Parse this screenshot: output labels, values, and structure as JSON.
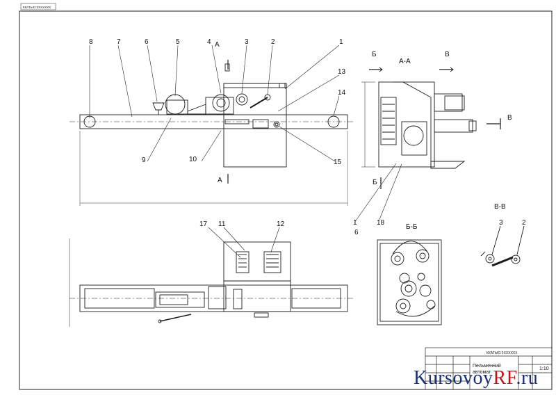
{
  "stamp_top_left": "ККАТЬЮ.ЗХХХХХХ",
  "callouts_main": [
    "8",
    "7",
    "6",
    "5",
    "4",
    "3",
    "2",
    "1",
    "13",
    "14",
    "15",
    "10",
    "9"
  ],
  "section_marks": {
    "a_main": "А",
    "aa_title": "А-А",
    "b_left": "Б",
    "b_right": "В",
    "v_side": "В",
    "b_bottom": "Б",
    "bb_title": "Б-Б",
    "vv_title": "В-В"
  },
  "callouts_section": [
    "1",
    "6",
    "18"
  ],
  "callouts_plan": [
    "17",
    "11",
    "12"
  ],
  "callouts_vv": [
    "3",
    "2"
  ],
  "title_block": {
    "doc_code": "ККАТЬЮ.ЗХХХХХХ",
    "name_line1": "Пельменний",
    "name_line2": "автомат",
    "scale": "1:10"
  },
  "watermark": {
    "main": "Kursovoy",
    "accent": "RF",
    "suffix": ".ru"
  },
  "colors": {
    "line": "#1b1b1b",
    "watermark_blue": "#1a2e7a",
    "watermark_red": "#c0161a"
  }
}
